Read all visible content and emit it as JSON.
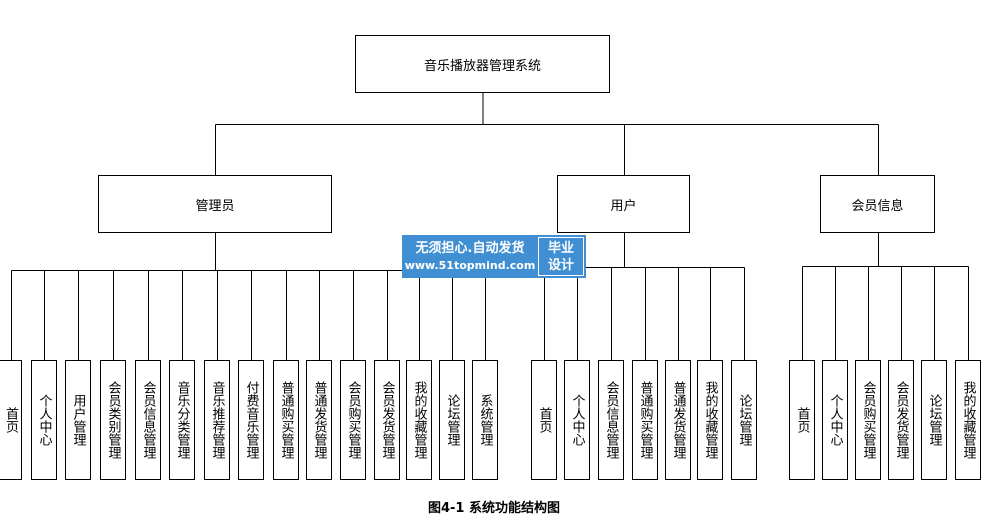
{
  "root": "音乐播放器管理系统",
  "branches": [
    {
      "label": "管理员",
      "items": [
        "首页",
        "个人中心",
        "用户管理",
        "会员类别管理",
        "会员信息管理",
        "音乐分类管理",
        "音乐推荐管理",
        "付费音乐管理",
        "普通购买管理",
        "普通发货管理",
        "会员购买管理",
        "会员发货管理",
        "我的收藏管理",
        "论坛管理",
        "系统管理"
      ]
    },
    {
      "label": "用户",
      "items": [
        "首页",
        "个人中心",
        "会员信息管理",
        "普通购买管理",
        "普通发货管理",
        "我的收藏管理",
        "论坛管理"
      ]
    },
    {
      "label": "会员信息",
      "items": [
        "首页",
        "个人中心",
        "会员购买管理",
        "会员发货管理",
        "论坛管理",
        "我的收藏管理"
      ]
    }
  ],
  "watermark": {
    "line1": "无须担心.自动发货",
    "line2": "www.51topmind.com",
    "badge_line1": "毕业",
    "badge_line2": "设计"
  },
  "caption": "图4-1 系统功能结构图"
}
